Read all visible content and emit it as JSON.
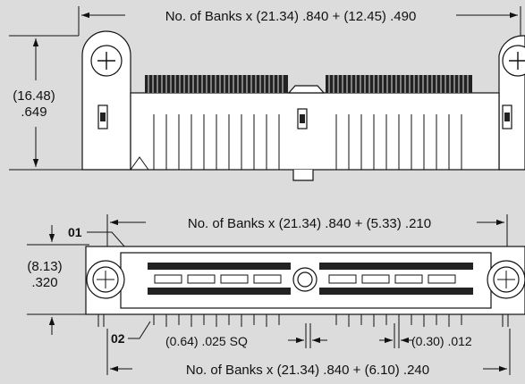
{
  "top_view": {
    "width_dim": "No. of Banks x (21.34) .840 + (12.45) .490",
    "height_dim_mm": "(16.48)",
    "height_dim_in": ".649"
  },
  "bottom_view": {
    "width_dim_top": "No. of Banks x (21.34) .840 + (5.33) .210",
    "height_dim_mm": "(8.13)",
    "height_dim_in": ".320",
    "callout_01": "01",
    "callout_02": "02",
    "pin_square_dim": "(0.64) .025 SQ",
    "pin_offset_dim": "(0.30) .012",
    "width_dim_bottom": "No. of Banks x (21.34) .840 + (6.10) .240"
  },
  "colors": {
    "background": "#dcdcdc",
    "part_fill": "#ffffff",
    "ink": "#111111"
  }
}
